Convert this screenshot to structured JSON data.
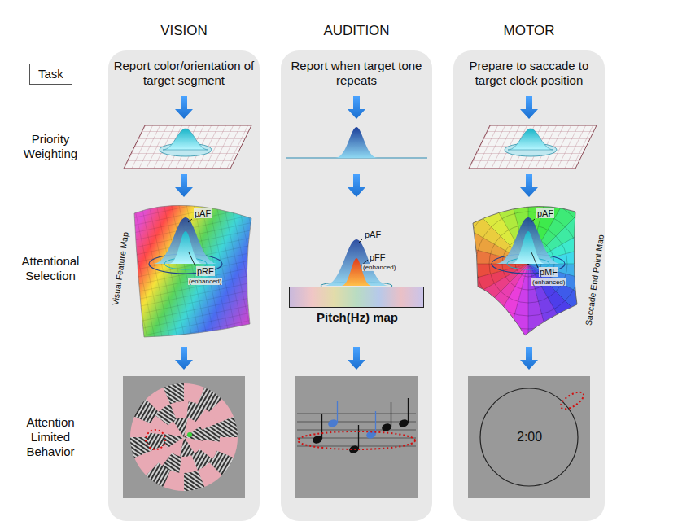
{
  "diagram": {
    "nodes": [
      {
        "text": [
          "Task"
        ]
      },
      {
        "text": [
          "VISION",
          "Report color/orientation of target segment"
        ]
      },
      {
        "text": [
          "AUDITION",
          "Report when target tone repeats"
        ]
      },
      {
        "text": [
          "MOTOR",
          "Prepare to saccade to target clock position"
        ]
      },
      {
        "text": [
          "Pitch(Hz) map"
        ],
        "in": 2
      }
    ],
    "labels": [
      "Priority Weighting",
      "Attentional Selection",
      "Attention Limited Behavior",
      "Visual Feature Map",
      "pAF",
      "pRF",
      "(enhanced)",
      "pAF",
      "pFF",
      "(enhanced)",
      "pAF",
      "pMF",
      "(enhanced)",
      "Saccade End Point Map",
      "2:00"
    ]
  }
}
